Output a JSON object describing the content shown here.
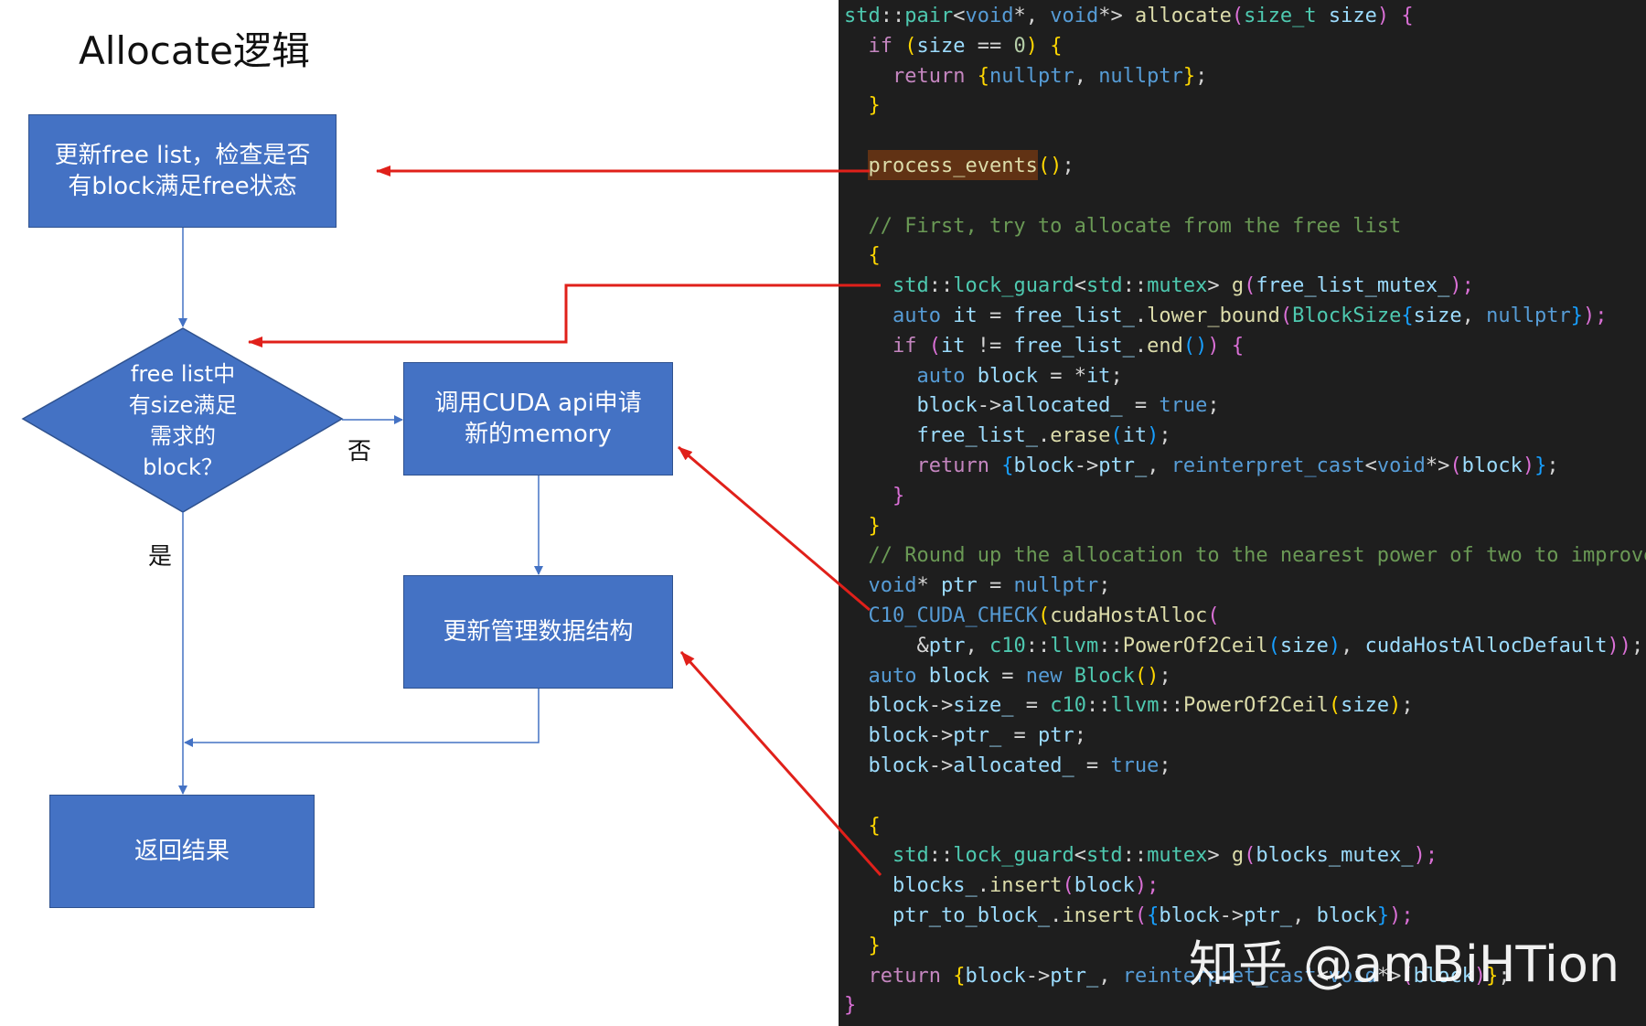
{
  "title": "Allocate逻辑",
  "flowchart": {
    "box_update_free_list": [
      "更新free list，检查是否",
      "有block满足free状态"
    ],
    "decision": [
      "free list中",
      "有size满足",
      "需求的",
      "block？"
    ],
    "box_cuda_alloc": [
      "调用CUDA api申请",
      "新的memory"
    ],
    "box_update_structures": "更新管理数据结构",
    "box_return": "返回结果",
    "label_no": "否",
    "label_yes": "是"
  },
  "code": {
    "lines": [
      [
        [
          "std",
          "#4ec9b0"
        ],
        [
          "::",
          "#d4d4d4"
        ],
        [
          "pair",
          "#4ec9b0"
        ],
        [
          "<",
          "#d4d4d4"
        ],
        [
          "void",
          "#569cd6"
        ],
        [
          "*, ",
          "#d4d4d4"
        ],
        [
          "void",
          "#569cd6"
        ],
        [
          "*> ",
          "#d4d4d4"
        ],
        [
          "allocate",
          "#dcdcaa"
        ],
        [
          "(",
          "#da70d6"
        ],
        [
          "size_t",
          "#4ec9b0"
        ],
        [
          " ",
          "#d4d4d4"
        ],
        [
          "size",
          "#9cdcfe"
        ],
        [
          ") {",
          "#da70d6"
        ]
      ],
      [
        [
          "  ",
          "#d4d4d4"
        ],
        [
          "if",
          "#c586c0"
        ],
        [
          " (",
          "#ffd700"
        ],
        [
          "size",
          "#9cdcfe"
        ],
        [
          " == ",
          "#d4d4d4"
        ],
        [
          "0",
          "#b5cea8"
        ],
        [
          ") {",
          "#ffd700"
        ]
      ],
      [
        [
          "    ",
          "#d4d4d4"
        ],
        [
          "return",
          "#c586c0"
        ],
        [
          " {",
          "#ffd700"
        ],
        [
          "nullptr",
          "#569cd6"
        ],
        [
          ", ",
          "#d4d4d4"
        ],
        [
          "nullptr",
          "#569cd6"
        ],
        [
          "}",
          "#ffd700"
        ],
        [
          ";",
          "#d4d4d4"
        ]
      ],
      [
        [
          "  }",
          "#ffd700"
        ]
      ],
      [
        [
          "",
          "#d4d4d4"
        ]
      ],
      [
        [
          "  ",
          "#d4d4d4"
        ],
        [
          "process_events",
          "#dcdcaa"
        ],
        [
          "()",
          "#ffd700"
        ],
        [
          ";",
          "#d4d4d4"
        ]
      ],
      [
        [
          "",
          "#d4d4d4"
        ]
      ],
      [
        [
          "  // First, try to allocate from the free list",
          "#6a9955"
        ]
      ],
      [
        [
          "  {",
          "#ffd700"
        ]
      ],
      [
        [
          "    ",
          "#d4d4d4"
        ],
        [
          "std",
          "#4ec9b0"
        ],
        [
          "::",
          "#d4d4d4"
        ],
        [
          "lock_guard",
          "#4ec9b0"
        ],
        [
          "<",
          "#d4d4d4"
        ],
        [
          "std",
          "#4ec9b0"
        ],
        [
          "::",
          "#d4d4d4"
        ],
        [
          "mutex",
          "#4ec9b0"
        ],
        [
          "> ",
          "#d4d4d4"
        ],
        [
          "g",
          "#dcdcaa"
        ],
        [
          "(",
          "#da70d6"
        ],
        [
          "free_list_mutex_",
          "#9cdcfe"
        ],
        [
          ");",
          "#da70d6"
        ]
      ],
      [
        [
          "    ",
          "#d4d4d4"
        ],
        [
          "auto",
          "#569cd6"
        ],
        [
          " ",
          "#d4d4d4"
        ],
        [
          "it",
          "#9cdcfe"
        ],
        [
          " = ",
          "#d4d4d4"
        ],
        [
          "free_list_",
          "#9cdcfe"
        ],
        [
          ".",
          "#d4d4d4"
        ],
        [
          "lower_bound",
          "#dcdcaa"
        ],
        [
          "(",
          "#da70d6"
        ],
        [
          "BlockSize",
          "#4ec9b0"
        ],
        [
          "{",
          "#179fff"
        ],
        [
          "size",
          "#9cdcfe"
        ],
        [
          ", ",
          "#d4d4d4"
        ],
        [
          "nullptr",
          "#569cd6"
        ],
        [
          "}",
          "#179fff"
        ],
        [
          ");",
          "#da70d6"
        ]
      ],
      [
        [
          "    ",
          "#d4d4d4"
        ],
        [
          "if",
          "#c586c0"
        ],
        [
          " (",
          "#da70d6"
        ],
        [
          "it",
          "#9cdcfe"
        ],
        [
          " != ",
          "#d4d4d4"
        ],
        [
          "free_list_",
          "#9cdcfe"
        ],
        [
          ".",
          "#d4d4d4"
        ],
        [
          "end",
          "#dcdcaa"
        ],
        [
          "()",
          "#179fff"
        ],
        [
          ") {",
          "#da70d6"
        ]
      ],
      [
        [
          "      ",
          "#d4d4d4"
        ],
        [
          "auto",
          "#569cd6"
        ],
        [
          " ",
          "#d4d4d4"
        ],
        [
          "block",
          "#9cdcfe"
        ],
        [
          " = *",
          "#d4d4d4"
        ],
        [
          "it",
          "#9cdcfe"
        ],
        [
          ";",
          "#d4d4d4"
        ]
      ],
      [
        [
          "      ",
          "#d4d4d4"
        ],
        [
          "block",
          "#9cdcfe"
        ],
        [
          "->",
          "#d4d4d4"
        ],
        [
          "allocated_",
          "#9cdcfe"
        ],
        [
          " = ",
          "#d4d4d4"
        ],
        [
          "true",
          "#569cd6"
        ],
        [
          ";",
          "#d4d4d4"
        ]
      ],
      [
        [
          "      ",
          "#d4d4d4"
        ],
        [
          "free_list_",
          "#9cdcfe"
        ],
        [
          ".",
          "#d4d4d4"
        ],
        [
          "erase",
          "#dcdcaa"
        ],
        [
          "(",
          "#179fff"
        ],
        [
          "it",
          "#9cdcfe"
        ],
        [
          ")",
          "#179fff"
        ],
        [
          ";",
          "#d4d4d4"
        ]
      ],
      [
        [
          "      ",
          "#d4d4d4"
        ],
        [
          "return",
          "#c586c0"
        ],
        [
          " {",
          "#179fff"
        ],
        [
          "block",
          "#9cdcfe"
        ],
        [
          "->",
          "#d4d4d4"
        ],
        [
          "ptr_",
          "#9cdcfe"
        ],
        [
          ", ",
          "#d4d4d4"
        ],
        [
          "reinterpret_cast",
          "#569cd6"
        ],
        [
          "<",
          "#d4d4d4"
        ],
        [
          "void",
          "#569cd6"
        ],
        [
          "*>",
          "#d4d4d4"
        ],
        [
          "(",
          "#da70d6"
        ],
        [
          "block",
          "#9cdcfe"
        ],
        [
          ")",
          "#da70d6"
        ],
        [
          "}",
          "#179fff"
        ],
        [
          ";",
          "#d4d4d4"
        ]
      ],
      [
        [
          "    }",
          "#da70d6"
        ]
      ],
      [
        [
          "  }",
          "#ffd700"
        ]
      ],
      [
        [
          "  // Round up the allocation to the nearest power of two to improve",
          "#6a9955"
        ]
      ],
      [
        [
          "  ",
          "#d4d4d4"
        ],
        [
          "void",
          "#569cd6"
        ],
        [
          "* ",
          "#d4d4d4"
        ],
        [
          "ptr",
          "#9cdcfe"
        ],
        [
          " = ",
          "#d4d4d4"
        ],
        [
          "nullptr",
          "#569cd6"
        ],
        [
          ";",
          "#d4d4d4"
        ]
      ],
      [
        [
          "  ",
          "#d4d4d4"
        ],
        [
          "C10_CUDA_CHECK",
          "#569cd6"
        ],
        [
          "(",
          "#ffd700"
        ],
        [
          "cudaHostAlloc",
          "#dcdcaa"
        ],
        [
          "(",
          "#da70d6"
        ]
      ],
      [
        [
          "      &",
          "#d4d4d4"
        ],
        [
          "ptr",
          "#9cdcfe"
        ],
        [
          ", ",
          "#d4d4d4"
        ],
        [
          "c10",
          "#4ec9b0"
        ],
        [
          "::",
          "#d4d4d4"
        ],
        [
          "llvm",
          "#4ec9b0"
        ],
        [
          "::",
          "#d4d4d4"
        ],
        [
          "PowerOf2Ceil",
          "#dcdcaa"
        ],
        [
          "(",
          "#179fff"
        ],
        [
          "size",
          "#9cdcfe"
        ],
        [
          ")",
          "#179fff"
        ],
        [
          ", ",
          "#d4d4d4"
        ],
        [
          "cudaHostAllocDefault",
          "#9cdcfe"
        ],
        [
          "))",
          "#da70d6"
        ],
        [
          ";",
          "#d4d4d4"
        ]
      ],
      [
        [
          "  ",
          "#d4d4d4"
        ],
        [
          "auto",
          "#569cd6"
        ],
        [
          " ",
          "#d4d4d4"
        ],
        [
          "block",
          "#9cdcfe"
        ],
        [
          " = ",
          "#d4d4d4"
        ],
        [
          "new",
          "#569cd6"
        ],
        [
          " ",
          "#d4d4d4"
        ],
        [
          "Block",
          "#4ec9b0"
        ],
        [
          "()",
          "#ffd700"
        ],
        [
          ";",
          "#d4d4d4"
        ]
      ],
      [
        [
          "  ",
          "#d4d4d4"
        ],
        [
          "block",
          "#9cdcfe"
        ],
        [
          "->",
          "#d4d4d4"
        ],
        [
          "size_",
          "#9cdcfe"
        ],
        [
          " = ",
          "#d4d4d4"
        ],
        [
          "c10",
          "#4ec9b0"
        ],
        [
          "::",
          "#d4d4d4"
        ],
        [
          "llvm",
          "#4ec9b0"
        ],
        [
          "::",
          "#d4d4d4"
        ],
        [
          "PowerOf2Ceil",
          "#dcdcaa"
        ],
        [
          "(",
          "#ffd700"
        ],
        [
          "size",
          "#9cdcfe"
        ],
        [
          ")",
          "#ffd700"
        ],
        [
          ";",
          "#d4d4d4"
        ]
      ],
      [
        [
          "  ",
          "#d4d4d4"
        ],
        [
          "block",
          "#9cdcfe"
        ],
        [
          "->",
          "#d4d4d4"
        ],
        [
          "ptr_",
          "#9cdcfe"
        ],
        [
          " = ",
          "#d4d4d4"
        ],
        [
          "ptr",
          "#9cdcfe"
        ],
        [
          ";",
          "#d4d4d4"
        ]
      ],
      [
        [
          "  ",
          "#d4d4d4"
        ],
        [
          "block",
          "#9cdcfe"
        ],
        [
          "->",
          "#d4d4d4"
        ],
        [
          "allocated_",
          "#9cdcfe"
        ],
        [
          " = ",
          "#d4d4d4"
        ],
        [
          "true",
          "#569cd6"
        ],
        [
          ";",
          "#d4d4d4"
        ]
      ],
      [
        [
          "",
          "#d4d4d4"
        ]
      ],
      [
        [
          "  {",
          "#ffd700"
        ]
      ],
      [
        [
          "    ",
          "#d4d4d4"
        ],
        [
          "std",
          "#4ec9b0"
        ],
        [
          "::",
          "#d4d4d4"
        ],
        [
          "lock_guard",
          "#4ec9b0"
        ],
        [
          "<",
          "#d4d4d4"
        ],
        [
          "std",
          "#4ec9b0"
        ],
        [
          "::",
          "#d4d4d4"
        ],
        [
          "mutex",
          "#4ec9b0"
        ],
        [
          "> ",
          "#d4d4d4"
        ],
        [
          "g",
          "#dcdcaa"
        ],
        [
          "(",
          "#da70d6"
        ],
        [
          "blocks_mutex_",
          "#9cdcfe"
        ],
        [
          ");",
          "#da70d6"
        ]
      ],
      [
        [
          "    ",
          "#d4d4d4"
        ],
        [
          "blocks_",
          "#9cdcfe"
        ],
        [
          ".",
          "#d4d4d4"
        ],
        [
          "insert",
          "#dcdcaa"
        ],
        [
          "(",
          "#da70d6"
        ],
        [
          "block",
          "#9cdcfe"
        ],
        [
          ");",
          "#da70d6"
        ]
      ],
      [
        [
          "    ",
          "#d4d4d4"
        ],
        [
          "ptr_to_block_",
          "#9cdcfe"
        ],
        [
          ".",
          "#d4d4d4"
        ],
        [
          "insert",
          "#dcdcaa"
        ],
        [
          "(",
          "#da70d6"
        ],
        [
          "{",
          "#179fff"
        ],
        [
          "block",
          "#9cdcfe"
        ],
        [
          "->",
          "#d4d4d4"
        ],
        [
          "ptr_",
          "#9cdcfe"
        ],
        [
          ", ",
          "#d4d4d4"
        ],
        [
          "block",
          "#9cdcfe"
        ],
        [
          "}",
          "#179fff"
        ],
        [
          ");",
          "#da70d6"
        ]
      ],
      [
        [
          "  }",
          "#ffd700"
        ]
      ],
      [
        [
          "  ",
          "#d4d4d4"
        ],
        [
          "return",
          "#c586c0"
        ],
        [
          " {",
          "#ffd700"
        ],
        [
          "block",
          "#9cdcfe"
        ],
        [
          "->",
          "#d4d4d4"
        ],
        [
          "ptr_",
          "#9cdcfe"
        ],
        [
          ", ",
          "#d4d4d4"
        ],
        [
          "reinterpret_cast",
          "#569cd6"
        ],
        [
          "<",
          "#d4d4d4"
        ],
        [
          "void",
          "#569cd6"
        ],
        [
          "*>",
          "#d4d4d4"
        ],
        [
          "(",
          "#da70d6"
        ],
        [
          "block",
          "#9cdcfe"
        ],
        [
          ")",
          "#da70d6"
        ],
        [
          "}",
          "#ffd700"
        ],
        [
          ";",
          "#d4d4d4"
        ]
      ],
      [
        [
          "}",
          "#da70d6"
        ]
      ]
    ]
  },
  "watermark": "知乎 @amBiHTion",
  "colors": {
    "box_fill": "#4472c4",
    "box_border": "#2f528f",
    "connector": "#4472c4",
    "annotation_arrow": "#e0201a",
    "code_background": "#1e1e1e",
    "highlight": "#613214"
  }
}
